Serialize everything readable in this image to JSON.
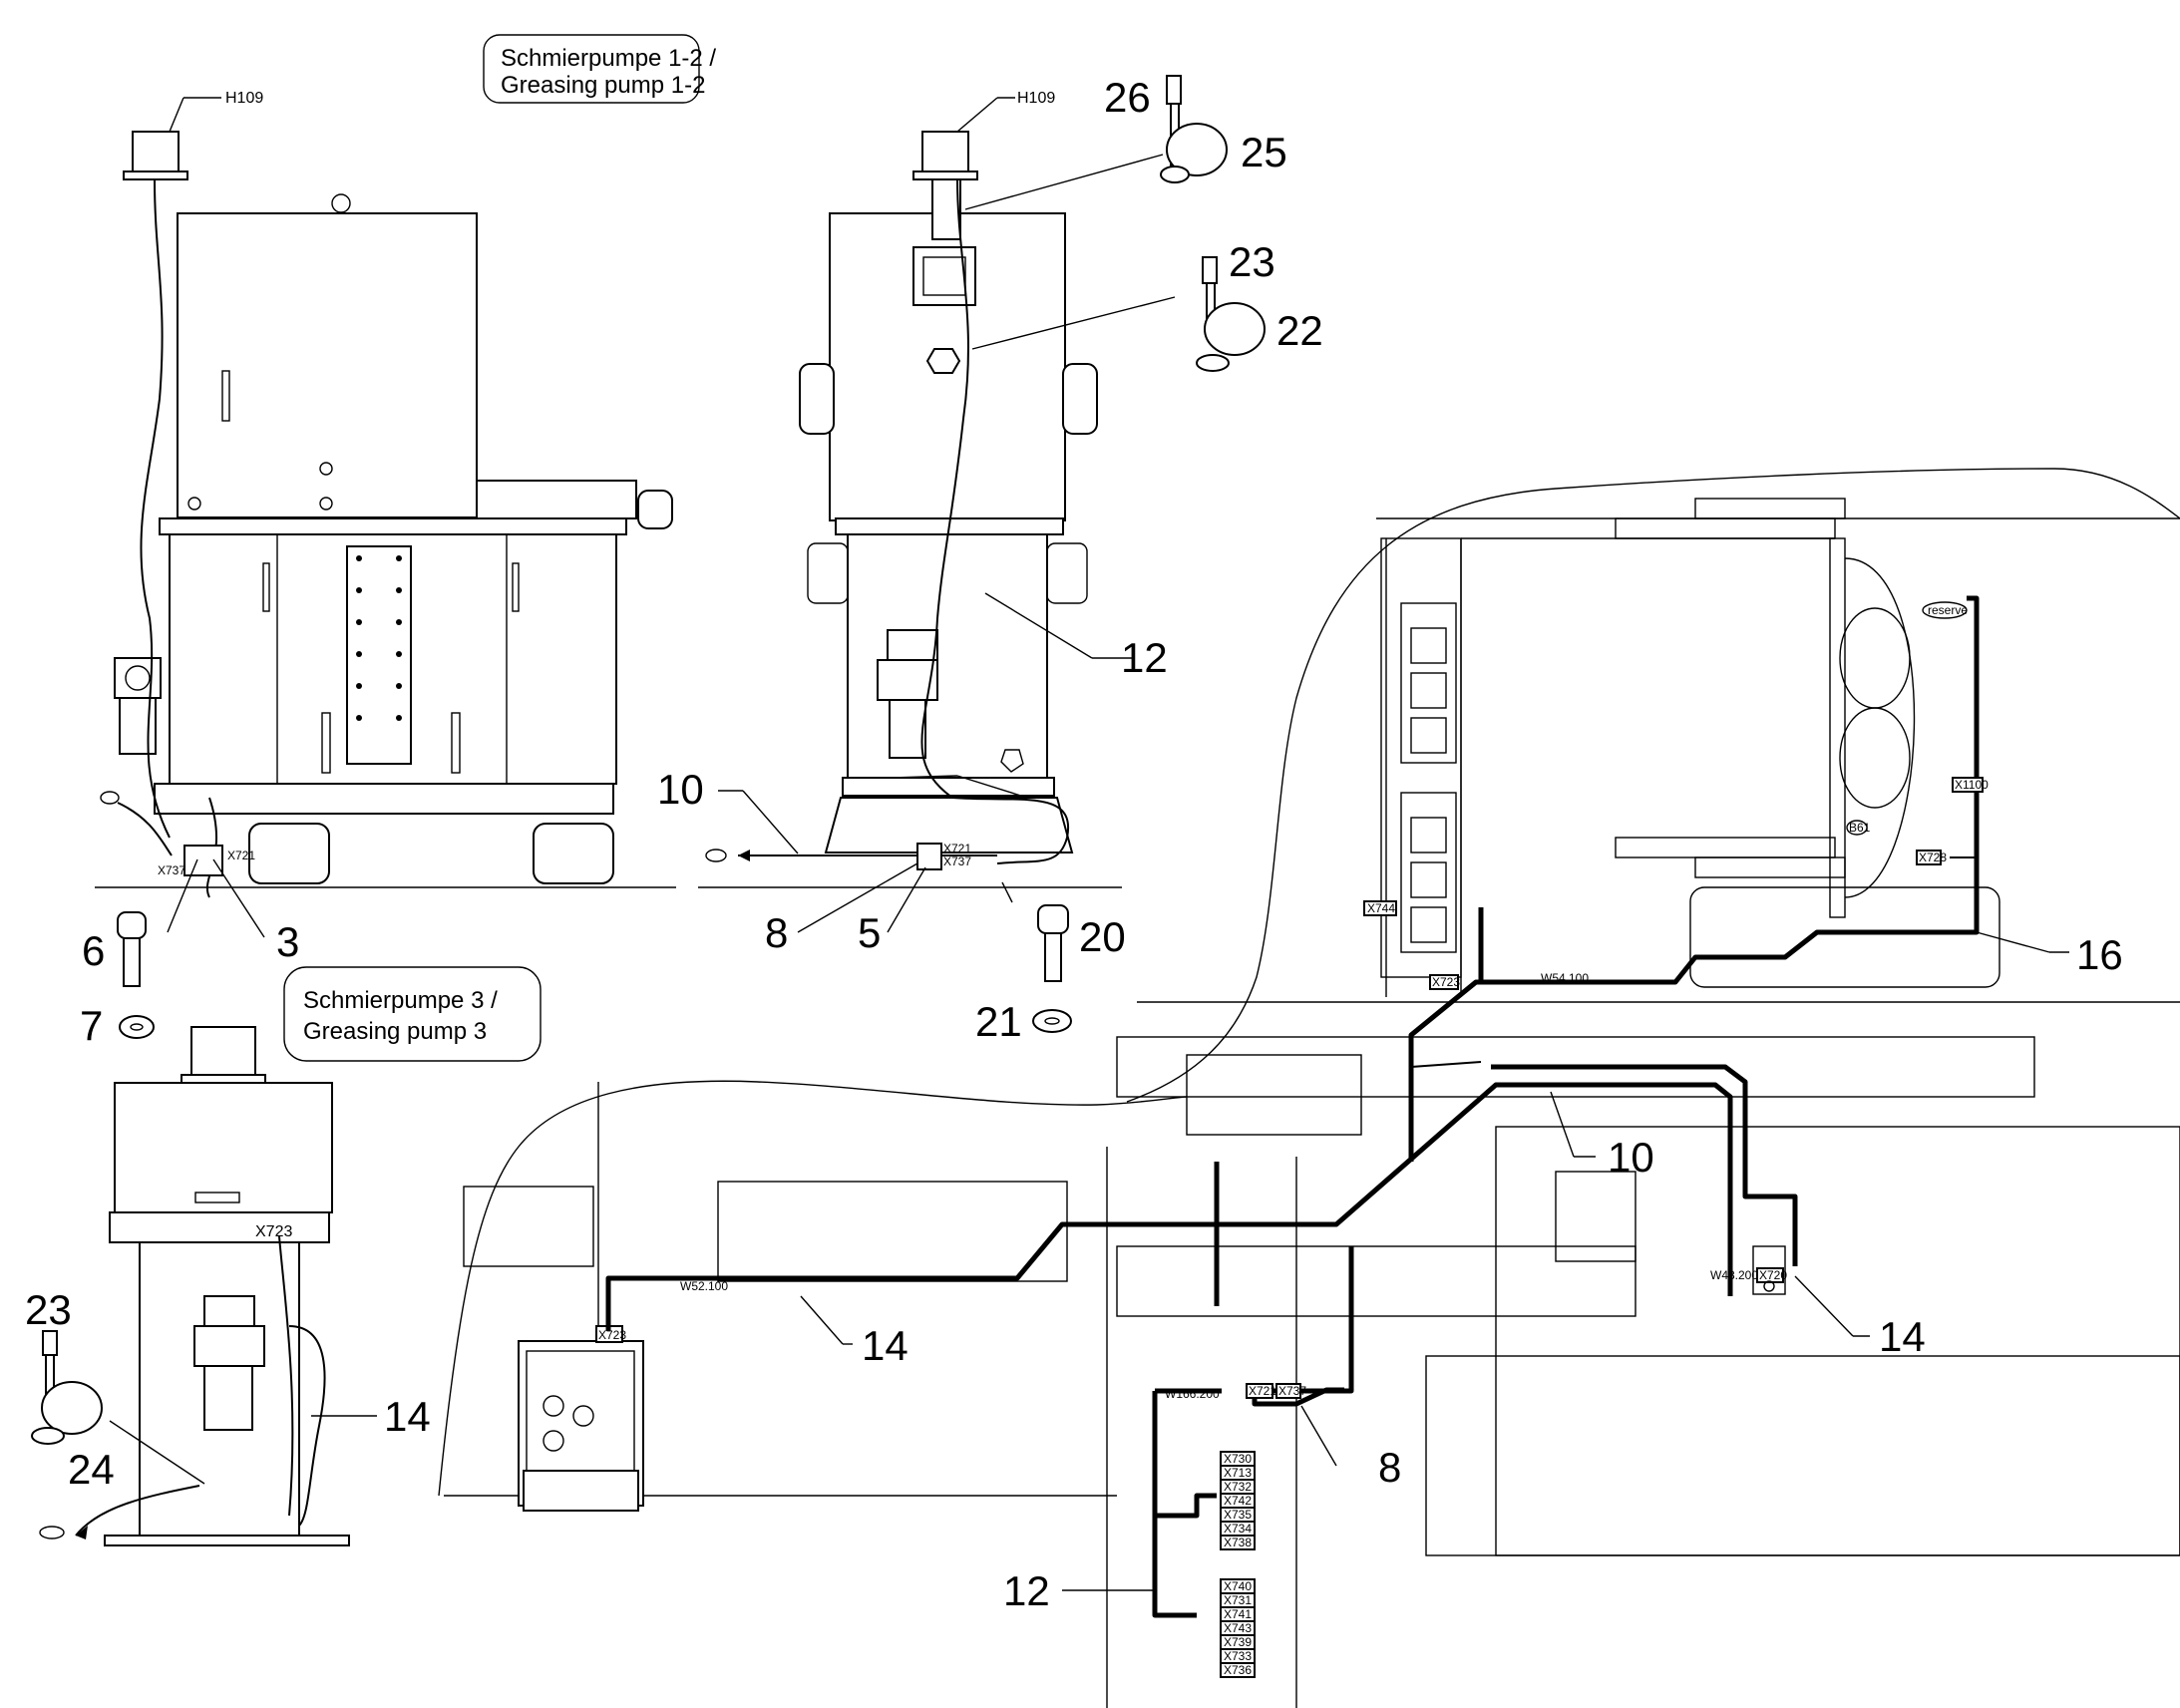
{
  "titles": {
    "pump12_line1": "Schmierpumpe 1-2 /",
    "pump12_line2": "Greasing pump 1-2",
    "pump3_line1": "Schmierpumpe 3 /",
    "pump3_line2": "Greasing pump 3"
  },
  "component_labels": {
    "h109_left": "H109",
    "h109_mid": "H109",
    "x721_left": "X721",
    "x737_left": "X737",
    "x721_mid": "X721",
    "x737_mid": "X737",
    "x723_pump3": "X723",
    "x744": "X744",
    "x723_right": "X723",
    "w54": "W54.100",
    "w52": "W52.100",
    "w166": "W166.200",
    "w48": "W48.200",
    "x720": "X720",
    "x1100": "X1100",
    "x728": "X728",
    "reserve": "reserve",
    "b61": "B61",
    "x723_box": "X723",
    "x721_junction": "X721",
    "x737_junction": "X737"
  },
  "terminal_group_1": [
    "X730",
    "X713",
    "X732",
    "X742",
    "X735",
    "X734",
    "X738"
  ],
  "terminal_group_2": [
    "X740",
    "X731",
    "X741",
    "X743",
    "X739",
    "X733",
    "X736"
  ],
  "callouts": {
    "c3": "3",
    "c5": "5",
    "c6": "6",
    "c7": "7",
    "c8_mid": "8",
    "c8_right": "8",
    "c10_mid": "10",
    "c10_right": "10",
    "c12_mid": "12",
    "c12_bottom": "12",
    "c14_pump3": "14",
    "c14_center": "14",
    "c14_right": "14",
    "c16": "16",
    "c20": "20",
    "c21": "21",
    "c22": "22",
    "c23_top": "23",
    "c23_left": "23",
    "c24": "24",
    "c25": "25",
    "c26": "26"
  }
}
